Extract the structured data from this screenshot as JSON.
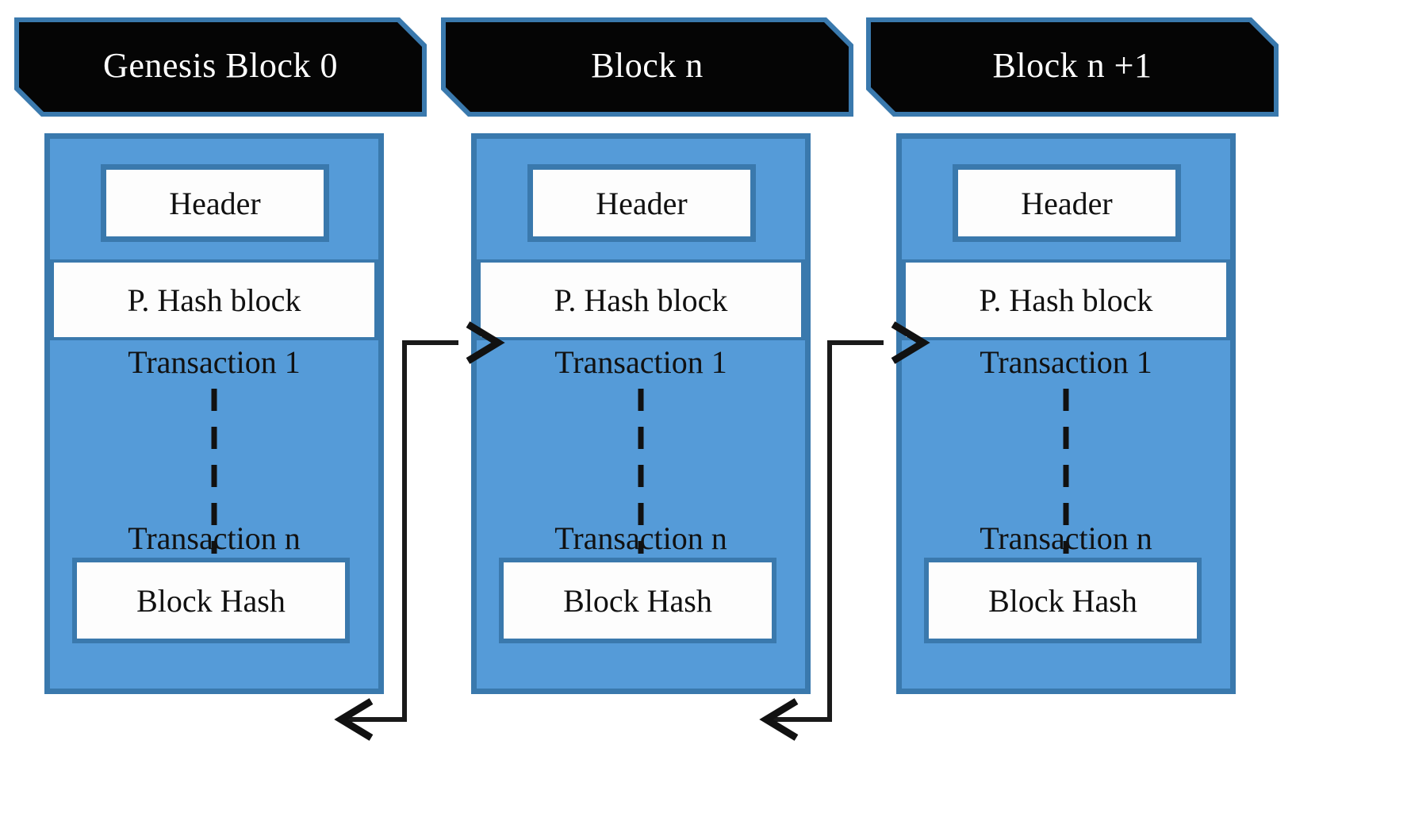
{
  "diagram": {
    "title": "Blockchain block structure",
    "colors": {
      "block_fill": "#559bd8",
      "block_border": "#3a79ad",
      "banner_fill": "#050505",
      "banner_text": "#ffffff",
      "field_fill": "#fdfdfd",
      "text": "#111111",
      "connector": "#1a1a1a",
      "background": "#ffffff"
    },
    "blocks": [
      {
        "id": "genesis",
        "banner_label": "Genesis Block 0",
        "header_label": "Header",
        "prev_hash_label": "P. Hash block",
        "transaction_first": "Transaction 1",
        "transaction_last": "Transaction n",
        "block_hash_label": "Block Hash"
      },
      {
        "id": "block-n",
        "banner_label": "Block n",
        "header_label": "Header",
        "prev_hash_label": "P. Hash block",
        "transaction_first": "Transaction 1",
        "transaction_last": "Transaction n",
        "block_hash_label": "Block Hash"
      },
      {
        "id": "block-n-plus-1",
        "banner_label": "Block n +1",
        "header_label": "Header",
        "prev_hash_label": "P. Hash block",
        "transaction_first": "Transaction 1",
        "transaction_last": "Transaction n",
        "block_hash_label": "Block Hash"
      }
    ],
    "connectors": [
      {
        "id": "genesis-to-block-n",
        "from": "genesis.block-hash",
        "to": "block-n.prev-hash",
        "arrow_into_next": "right",
        "arrow_into_prev": "left"
      },
      {
        "id": "block-n-to-block-n-plus-1",
        "from": "block-n.block-hash",
        "to": "block-n-plus-1.prev-hash",
        "arrow_into_next": "right",
        "arrow_into_prev": "left"
      }
    ]
  }
}
